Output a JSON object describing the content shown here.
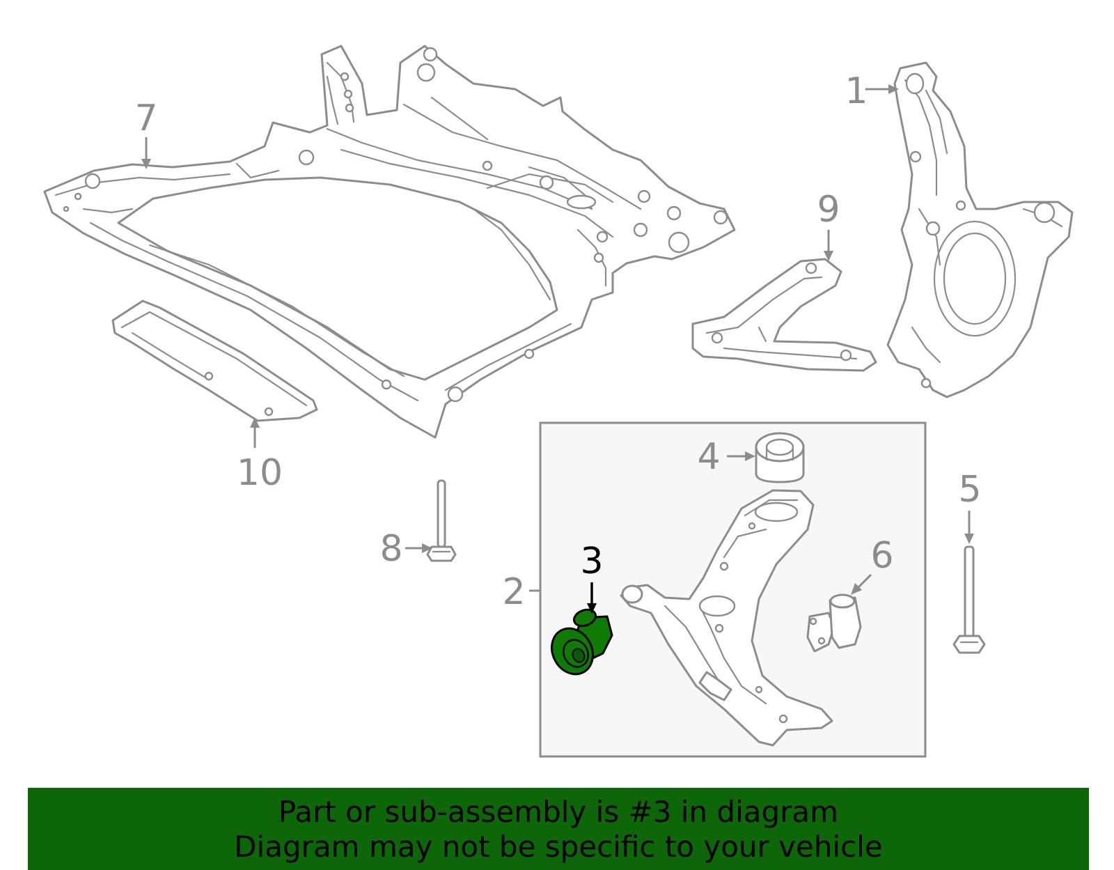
{
  "callouts": {
    "c1": "1",
    "c2": "2",
    "c3": "3",
    "c4": "4",
    "c5": "5",
    "c6": "6",
    "c7": "7",
    "c8": "8",
    "c9": "9",
    "c10": "10"
  },
  "highlighted_part": "3",
  "banner": {
    "line1": "Part or sub-assembly is #3 in diagram",
    "line2": "Diagram may not be specific to your vehicle"
  },
  "colors": {
    "line_art": "#8c8c8c",
    "highlight_fill": "#0f7a05",
    "banner_background": "#0d6608",
    "assembly_box_fill": "#f7f7f7"
  }
}
